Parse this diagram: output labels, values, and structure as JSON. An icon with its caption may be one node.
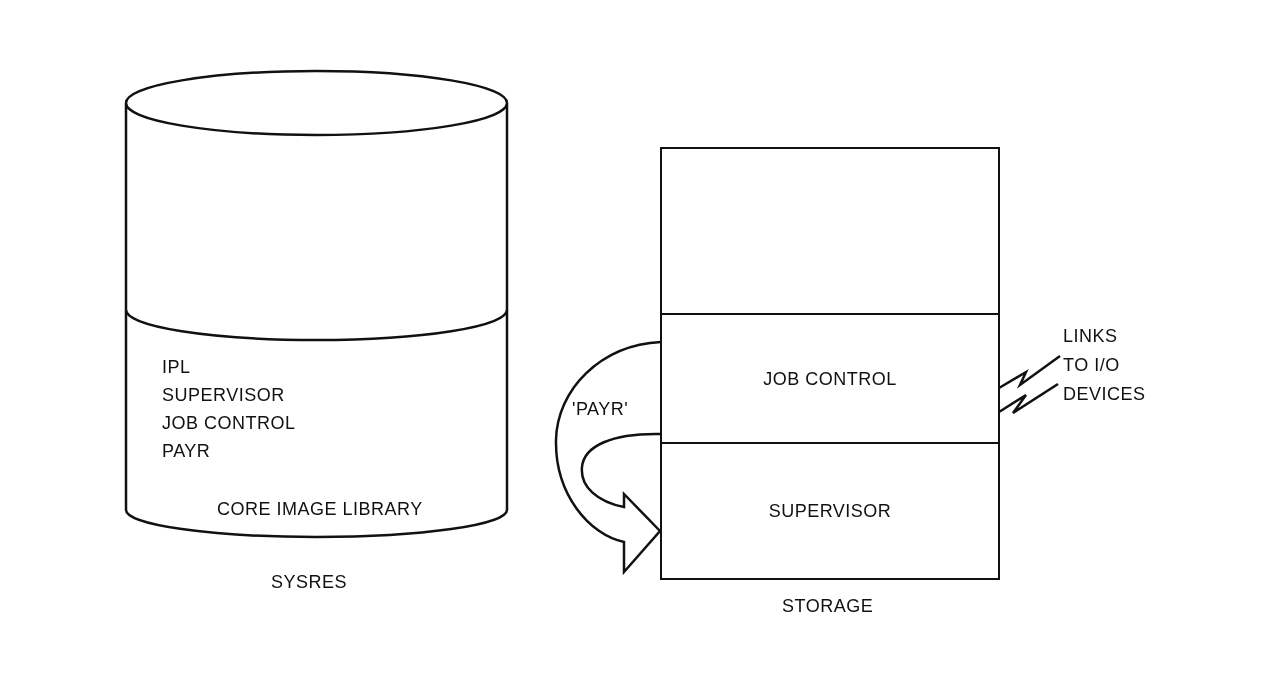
{
  "diagram": {
    "nodes": [
      {
        "text": [
          "IPL",
          "SUPERVISOR",
          "JOB CONTROL",
          "PAYR",
          "CORE IMAGE LIBRARY"
        ],
        "beside": [
          "SYSRES"
        ]
      },
      {
        "text": [],
        "shape": "box",
        "beside": [
          "STORAGE"
        ]
      },
      {
        "text": [
          "JOB CONTROL"
        ],
        "in": 1
      },
      {
        "text": [
          "SUPERVISOR"
        ],
        "in": 1
      },
      {
        "text": [
          "LINKS TO I/O DEVICES"
        ]
      }
    ],
    "edges": [
      {
        "from": 2,
        "to": 3,
        "arrow": "to",
        "label": "'PAYR'",
        "style": "thick"
      },
      {
        "from": 2,
        "to": 4,
        "arrow": "none"
      },
      {
        "from": 2,
        "to": 4,
        "arrow": "none"
      }
    ]
  }
}
